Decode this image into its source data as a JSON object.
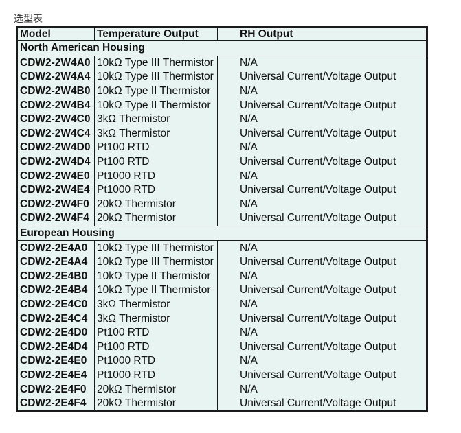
{
  "page": {
    "heading": "选型表"
  },
  "table": {
    "headers": [
      "Model",
      "Temperature Output",
      "RH Output"
    ],
    "groups": [
      {
        "title": "North American Housing",
        "rows": [
          [
            "CDW2-2W4A0",
            "10kΩ Type III Thermistor",
            "N/A"
          ],
          [
            "CDW2-2W4A4",
            "10kΩ Type III Thermistor",
            "Universal Current/Voltage Output"
          ],
          [
            "CDW2-2W4B0",
            "10kΩ Type II Thermistor",
            "N/A"
          ],
          [
            "CDW2-2W4B4",
            "10kΩ Type II Thermistor",
            "Universal Current/Voltage Output"
          ],
          [
            "CDW2-2W4C0",
            "3kΩ Thermistor",
            "N/A"
          ],
          [
            "CDW2-2W4C4",
            "3kΩ Thermistor",
            "Universal Current/Voltage Output"
          ],
          [
            "CDW2-2W4D0",
            "Pt100 RTD",
            "N/A"
          ],
          [
            "CDW2-2W4D4",
            "Pt100 RTD",
            "Universal Current/Voltage Output"
          ],
          [
            "CDW2-2W4E0",
            "Pt1000 RTD",
            "N/A"
          ],
          [
            "CDW2-2W4E4",
            "Pt1000 RTD",
            "Universal Current/Voltage Output"
          ],
          [
            "CDW2-2W4F0",
            "20kΩ Thermistor",
            "N/A"
          ],
          [
            "CDW2-2W4F4",
            "20kΩ Thermistor",
            "Universal Current/Voltage Output"
          ]
        ]
      },
      {
        "title": "European Housing",
        "rows": [
          [
            "CDW2-2E4A0",
            "10kΩ Type III Thermistor",
            "N/A"
          ],
          [
            "CDW2-2E4A4",
            "10kΩ Type III Thermistor",
            "Universal Current/Voltage Output"
          ],
          [
            "CDW2-2E4B0",
            "10kΩ Type II Thermistor",
            "N/A"
          ],
          [
            "CDW2-2E4B4",
            "10kΩ Type II Thermistor",
            "Universal Current/Voltage Output"
          ],
          [
            "CDW2-2E4C0",
            "3kΩ Thermistor",
            "N/A"
          ],
          [
            "CDW2-2E4C4",
            "3kΩ Thermistor",
            "Universal Current/Voltage Output"
          ],
          [
            "CDW2-2E4D0",
            "Pt100 RTD",
            "N/A"
          ],
          [
            "CDW2-2E4D4",
            "Pt100 RTD",
            "Universal Current/Voltage Output"
          ],
          [
            "CDW2-2E4E0",
            "Pt1000 RTD",
            "N/A"
          ],
          [
            "CDW2-2E4E4",
            "Pt1000 RTD",
            "Universal Current/Voltage Output"
          ],
          [
            "CDW2-2E4F0",
            "20kΩ Thermistor",
            "N/A"
          ],
          [
            "CDW2-2E4F4",
            "20kΩ Thermistor",
            "Universal Current/Voltage Output"
          ]
        ]
      }
    ]
  }
}
